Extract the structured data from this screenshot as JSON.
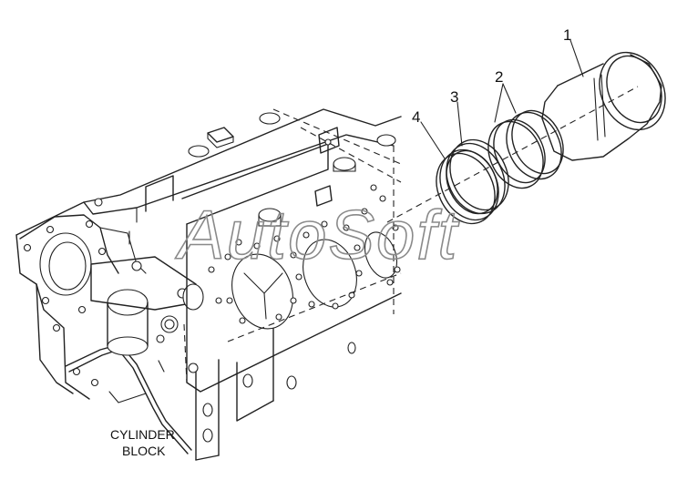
{
  "callouts": {
    "c1": "1",
    "c2": "2",
    "c3": "3",
    "c4": "4"
  },
  "block_label": {
    "line1": "CYLINDER",
    "line2": "BLOCK"
  },
  "watermark": "AutoSoft"
}
